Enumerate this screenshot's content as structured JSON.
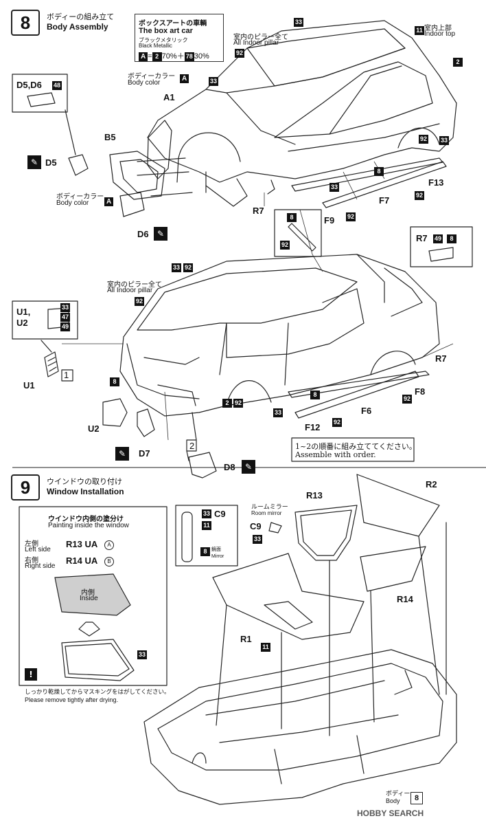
{
  "step8": {
    "number": "8",
    "title_jp": "ボディーの組み立て",
    "title_en": "Body Assembly",
    "boxart_jp": "ボックスアートの車輌",
    "boxart_en": "The box art car",
    "boxart_color_jp": "ブラックメタリック",
    "boxart_color_en": "Black Metallic",
    "boxart_mix_a": "A",
    "boxart_mix_eq": "=",
    "boxart_mix_2": "2",
    "boxart_mix_70": "70%＋",
    "boxart_mix_78": "78",
    "boxart_mix_30": "30%",
    "body_color_jp": "ボディーカラー",
    "body_color_en": "Body color",
    "indoor_pillar_jp": "室内のピラー全て",
    "indoor_pillar_en": "All Indoor pillar",
    "indoor_top_jp": "室内上部",
    "indoor_top_en": "Indoor top",
    "order_jp": "1~2の順番に組み立ててください。",
    "order_en": "Assemble with order.",
    "parts": {
      "a1": "A1",
      "b5": "B5",
      "d5": "D5",
      "d6": "D6",
      "d5d6": "D5,D6",
      "r7": "R7",
      "f9": "F9",
      "f7": "F7",
      "f13": "F13",
      "u1u2_a": "U1,",
      "u1u2_b": "U2",
      "u1": "U1",
      "u2": "U2",
      "d7": "D7",
      "d8": "D8",
      "f6": "F6",
      "f8": "F8",
      "f12": "F12",
      "a": "A"
    },
    "paint": {
      "n33": "33",
      "n92": "92",
      "n11": "11",
      "n2": "2",
      "n8": "8",
      "n48": "48",
      "n49": "49",
      "n47": "47"
    },
    "order_marks": {
      "one": "1",
      "two": "2"
    }
  },
  "step9": {
    "number": "9",
    "title_jp": "ウインドウの取り付け",
    "title_en": "Window Installation",
    "paint_title_jp": "ウインドウ内側の塗分け",
    "paint_title_en": "Painting inside the window",
    "left_jp": "左側",
    "left_en": "Left side",
    "left_part": "R13 UA",
    "left_mark": "A",
    "right_jp": "右側",
    "right_en": "Right side",
    "right_part": "R14 UA",
    "right_mark": "B",
    "inside_jp": "内側",
    "inside_en": "Inside",
    "caution_jp": "しっかり乾燥してからマスキングをはがしてください。",
    "caution_en": "Please remove tightly after drying.",
    "mirror_jp": "ルームミラー",
    "mirror_en": "Room mirror",
    "mirror_face_jp": "鏡面",
    "mirror_face_en": "Mirror",
    "body_jp": "ボディー",
    "body_en": "Body",
    "body_step": "8",
    "parts": {
      "c9": "C9",
      "r13": "R13",
      "r2": "R2",
      "r14": "R14",
      "r1": "R1"
    }
  },
  "watermark": "HOBBY SEARCH"
}
